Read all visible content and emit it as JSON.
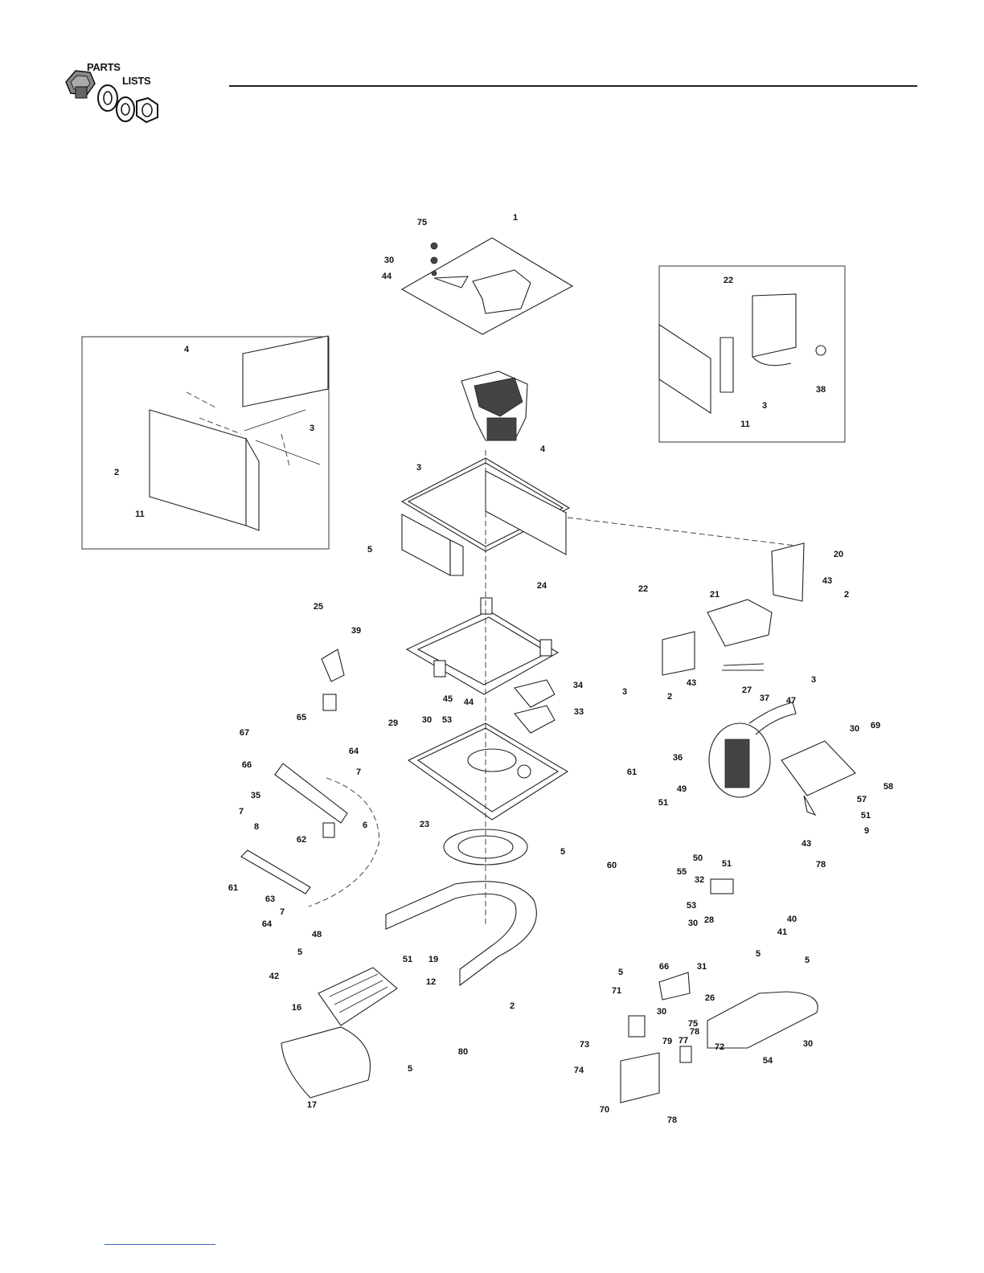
{
  "logo": {
    "line1": "PARTS",
    "line2": "LISTS"
  },
  "callouts": [
    "75",
    "1",
    "30",
    "44",
    "22",
    "4",
    "3",
    "2",
    "11",
    "38",
    "3",
    "11",
    "3",
    "4",
    "5",
    "20",
    "21",
    "43",
    "2",
    "22",
    "25",
    "39",
    "24",
    "3",
    "3",
    "2",
    "43",
    "65",
    "34",
    "33",
    "29",
    "30",
    "45",
    "53",
    "44",
    "27",
    "37",
    "47",
    "67",
    "64",
    "30",
    "69",
    "66",
    "7",
    "36",
    "35",
    "7",
    "6",
    "61",
    "58",
    "8",
    "62",
    "23",
    "5",
    "51",
    "49",
    "57",
    "51",
    "43",
    "9",
    "60",
    "55",
    "50",
    "51",
    "78",
    "61",
    "63",
    "32",
    "53",
    "40",
    "7",
    "64",
    "28",
    "41",
    "30",
    "48",
    "5",
    "51",
    "31",
    "5",
    "19",
    "42",
    "12",
    "5",
    "2",
    "66",
    "71",
    "30",
    "75",
    "26",
    "16",
    "77",
    "73",
    "79",
    "78",
    "72",
    "80",
    "74",
    "5",
    "54",
    "70",
    "78",
    "17",
    "30",
    "5"
  ]
}
